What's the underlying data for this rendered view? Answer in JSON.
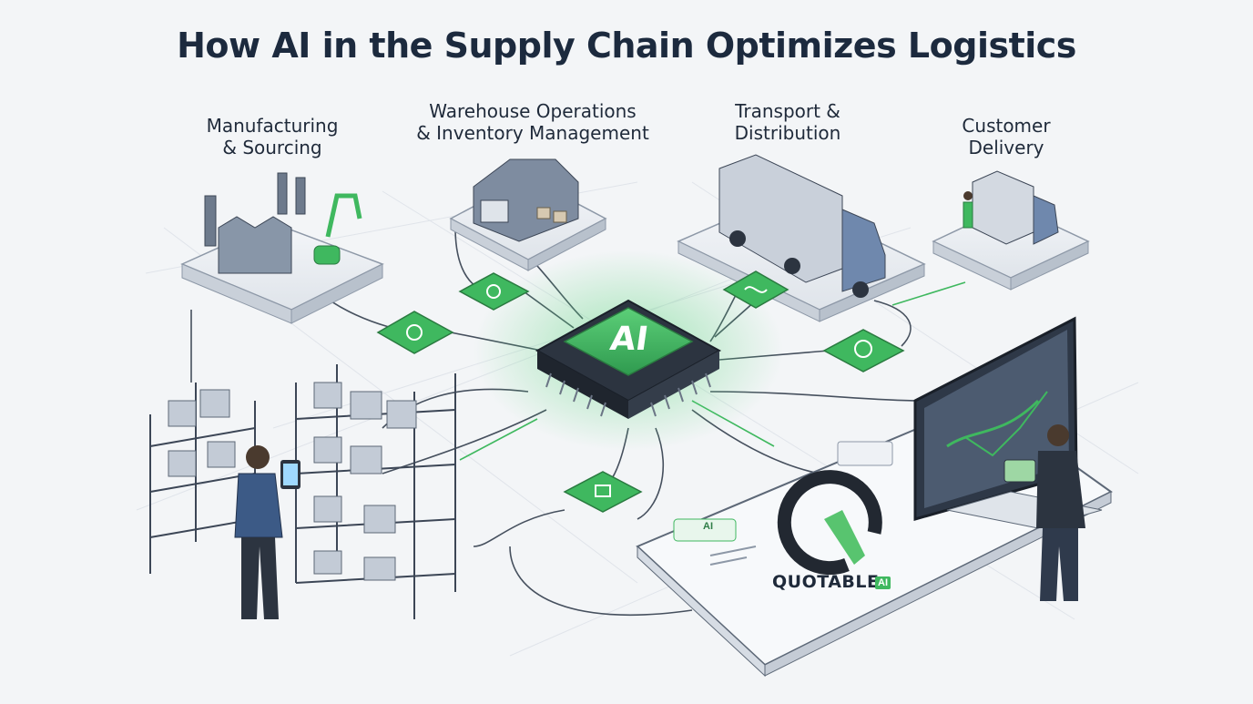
{
  "title": "How AI in the Supply Chain Optimizes Logistics",
  "stages": [
    {
      "id": "manufacturing",
      "line1": "Manufacturing",
      "line2": "& Sourcing",
      "icon": "factory-icon"
    },
    {
      "id": "warehouse",
      "line1": "Warehouse Operations",
      "line2": "& Inventory Management",
      "icon": "warehouse-icon"
    },
    {
      "id": "transport",
      "line1": "Transport &",
      "line2": "Distribution",
      "icon": "truck-icon"
    },
    {
      "id": "delivery",
      "line1": "Customer",
      "line2": "Delivery",
      "icon": "delivery-van-icon"
    }
  ],
  "hub": {
    "label": "AI",
    "icon": "ai-chip-icon"
  },
  "nodes": [
    "gear-node-icon",
    "gear-node-icon",
    "route-node-icon",
    "globe-node-icon",
    "circuit-node-icon"
  ],
  "tablet": {
    "badge": "AI"
  },
  "brand": {
    "name": "QUOTABLE",
    "suffix": "AI"
  },
  "colors": {
    "accent": "#3fb85f",
    "dark": "#1c2a3e",
    "steel": "#7d8a9c"
  }
}
